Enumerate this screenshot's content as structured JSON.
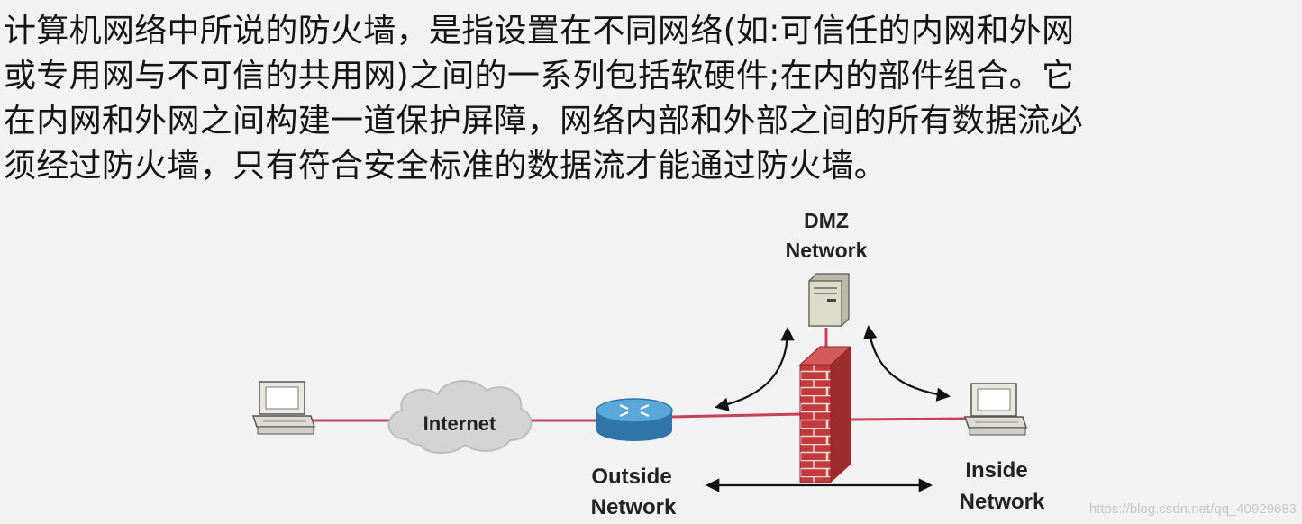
{
  "paragraph": {
    "line1": "计算机网络中所说的防火墙，是指设置在不同网络(如:可信任的内网和外网",
    "line2": "或专用网与不可信的共用网)之间的一系列包括软硬件;在内的部件组合。它",
    "line3": "在内网和外网之间构建一道保护屏障，网络内部和外部之间的所有数据流必",
    "line4": "须经过防火墙，只有符合安全标准的数据流才能通过防火墙。"
  },
  "diagram": {
    "dmz_label_1": "DMZ",
    "dmz_label_2": "Network",
    "cloud_label": "Internet",
    "outside_label_1": "Outside",
    "outside_label_2": "Network",
    "inside_label_1": "Inside",
    "inside_label_2": "Network",
    "icons": [
      "pc-icon",
      "cloud-icon",
      "router-icon",
      "firewall-icon",
      "server-icon",
      "pc-icon"
    ],
    "colors": {
      "link": "#c8405a",
      "brick": "#c0393b",
      "router": "#3a8ec2",
      "cloud": "#d4d4d4"
    }
  },
  "watermark": "https://blog.csdn.net/qq_40929683"
}
